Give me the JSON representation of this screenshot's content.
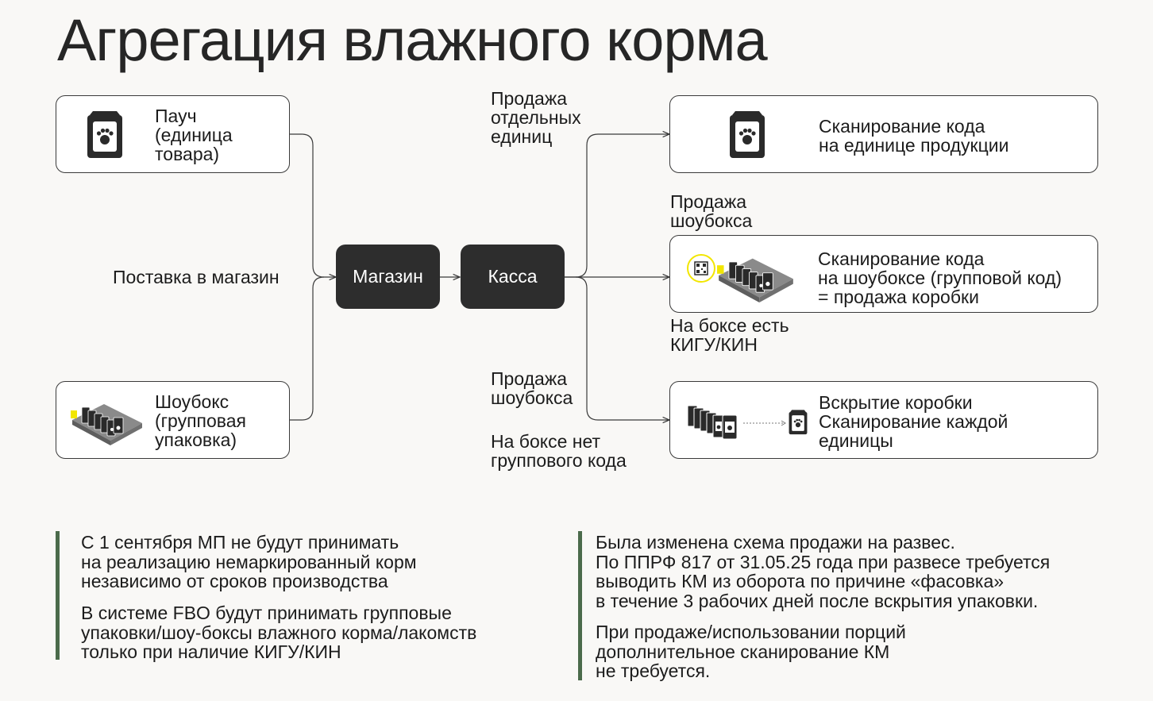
{
  "title": "Агрегация влажного корма",
  "cards": {
    "pouch": "Пауч\n(единица\nтовара)",
    "showbox": "Шоубокс\n(групповая\nупаковка)",
    "scan_unit": "Сканирование кода\nна единице продукции",
    "scan_showbox": "Сканирование кода\nна шоубоксе (групповой код)\n= продажа коробки",
    "open_box": "Вскрытие коробки\nСканирование каждой\nединицы"
  },
  "nodes": {
    "store": "Магазин",
    "cashier": "Касса"
  },
  "labels": {
    "delivery": "Поставка в магазин",
    "sale_units": "Продажа\nотдельных\nединиц",
    "sale_showbox_1": "Продажа\nшоубокса",
    "has_code": "На боксе есть\nКИГУ/КИН",
    "sale_showbox_2": "Продажа\nшоубокса",
    "no_code": "На боксе нет\nгруппового кода"
  },
  "notes": {
    "left_1": "С 1 сентября МП не будут принимать\nна реализацию немаркированный корм\nнезависимо от сроков производства",
    "left_2": "В системе FBO будут принимать групповые\nупаковки/шоу-боксы влажного корма/лакомств\nтолько при наличие КИГУ/КИН",
    "right_1": "Была изменена схема продажи на развес.\nПо ППРФ 817 от 31.05.25 года при развесе требуется\nвыводить КМ из оборота по причине «фасовка»\nв течение 3 рабочих дней после вскрытия упаковки.",
    "right_2": "При продаже/использовании порций\nдополнительное сканирование КМ\nне требуется."
  },
  "colors": {
    "background": "#f9f8f6",
    "dark_node": "#2d2d2d",
    "accent_bar": "#4b6b4b",
    "qr_highlight": "#f2e600"
  },
  "icons": {
    "pouch": "pet-food-pouch-icon",
    "showbox": "showbox-icon",
    "qr": "qr-code-icon"
  }
}
